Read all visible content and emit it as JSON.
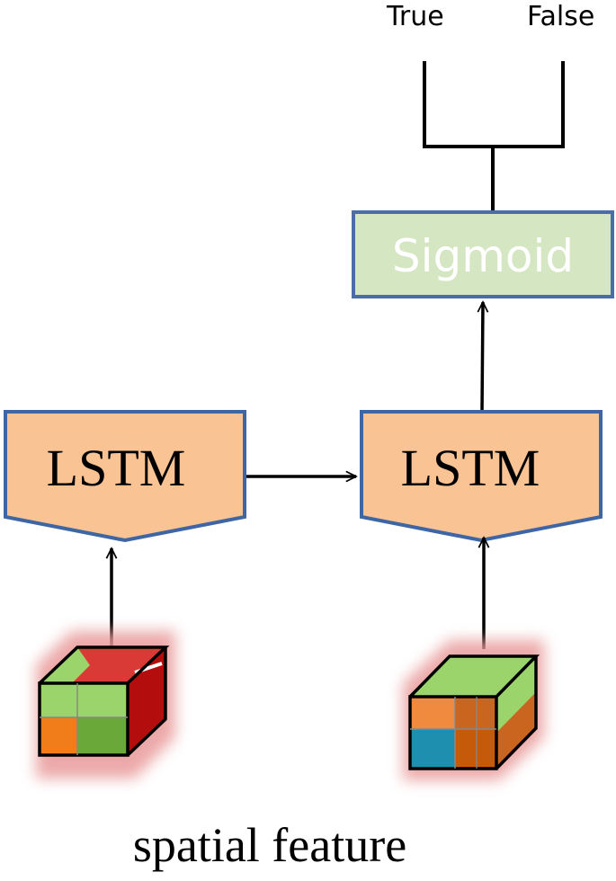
{
  "outputs": {
    "true_label": "True",
    "false_label": "False"
  },
  "sigmoid": {
    "label": "Sigmoid"
  },
  "lstm_cells": [
    {
      "label": "LSTM"
    },
    {
      "label": "LSTM"
    }
  ],
  "caption": "spatial feature",
  "colors": {
    "lstm_fill": "#f9c394",
    "lstm_stroke": "#3f66a4",
    "sigmoid_fill": "#d5e6c2",
    "sigmoid_stroke": "#4a6fa8",
    "sigmoid_text": "#ffffff",
    "arrow": "#000000",
    "glow": "#e99a9a",
    "cube1": [
      "#9bd46a",
      "#d93a35",
      "#b30d0d",
      "#6aa83a",
      "#f07d1a"
    ],
    "cube2": [
      "#9bd46a",
      "#c9651f",
      "#f08a3e",
      "#1f8fb0",
      "#c45a0a"
    ]
  }
}
